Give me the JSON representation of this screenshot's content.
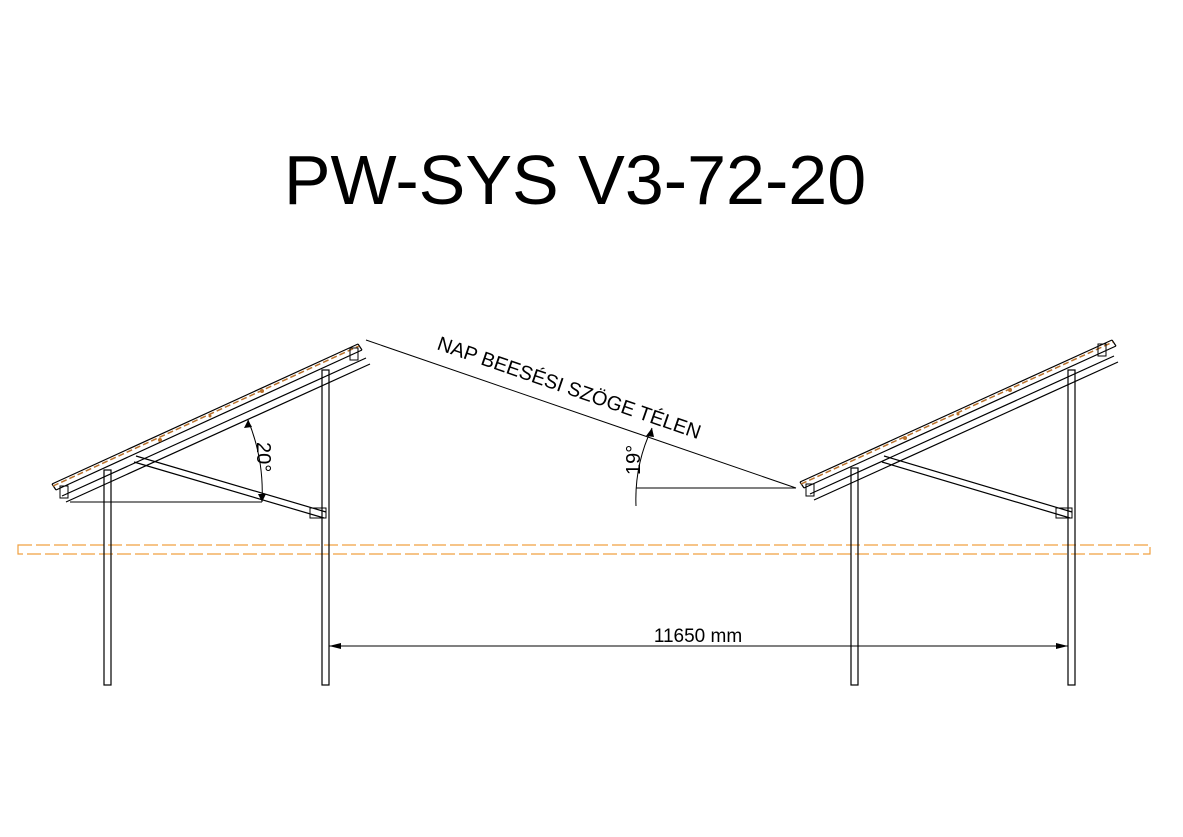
{
  "title": "PW-SYS V3-72-20",
  "labels": {
    "sun_angle_caption": "NAP BEESÉSI SZÖGE TÉLEN",
    "tilt_angle": "20°",
    "sun_angle": "19°",
    "row_spacing": "11650 mm"
  },
  "colors": {
    "line": "#000000",
    "panel_accent": "#b8702a",
    "ground_line": "#f0a040"
  }
}
